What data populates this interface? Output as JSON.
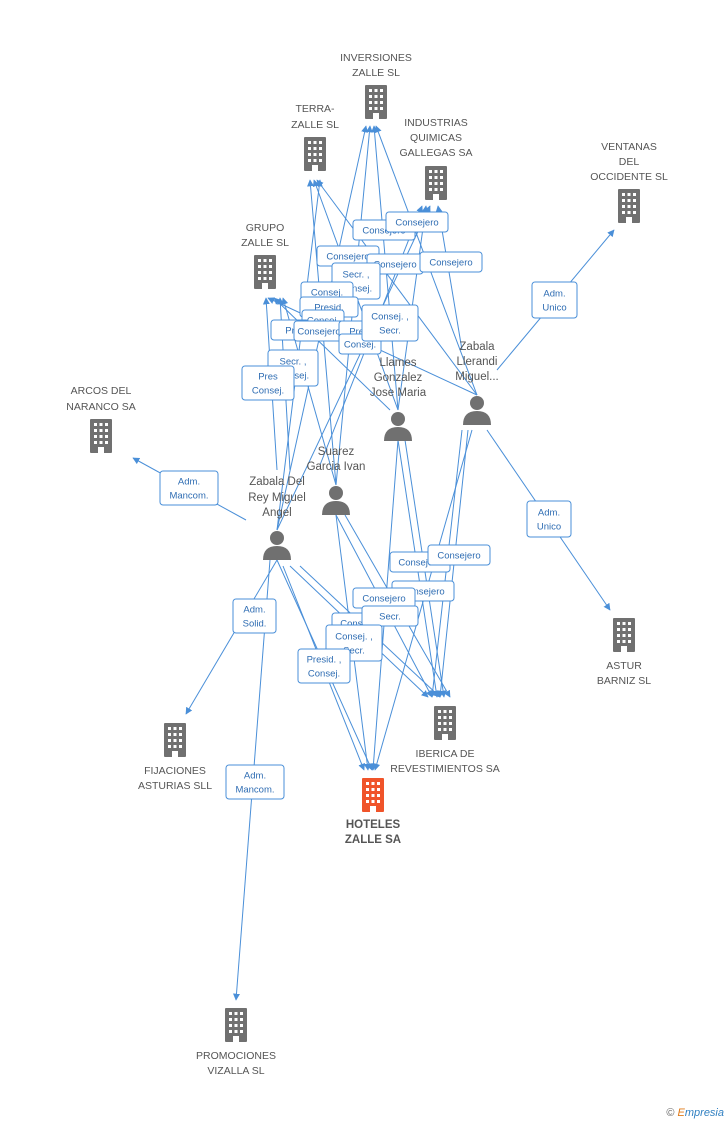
{
  "colors": {
    "edge": "#4a8fd8",
    "building": "#707070",
    "main_building": "#f0542a",
    "person": "#707070",
    "label_text": "#2f6db3"
  },
  "nodes": [
    {
      "id": "inversiones",
      "type": "company",
      "lines": [
        "INVERSIONES",
        "ZALLE SL"
      ]
    },
    {
      "id": "terra",
      "type": "company",
      "lines": [
        "TERRA-",
        "ZALLE SL"
      ]
    },
    {
      "id": "industrias",
      "type": "company",
      "lines": [
        "INDUSTRIAS",
        "QUIMICAS",
        "GALLEGAS SA"
      ]
    },
    {
      "id": "ventanas",
      "type": "company",
      "lines": [
        "VENTANAS",
        "DEL",
        "OCCIDENTE SL"
      ]
    },
    {
      "id": "grupo",
      "type": "company",
      "lines": [
        "GRUPO",
        "ZALLE SL"
      ]
    },
    {
      "id": "arcos",
      "type": "company",
      "lines": [
        "ARCOS DEL",
        "NARANCO SA"
      ]
    },
    {
      "id": "astur",
      "type": "company",
      "lines": [
        "ASTUR",
        "BARNIZ SL"
      ]
    },
    {
      "id": "iberica",
      "type": "company",
      "lines": [
        "IBERICA DE",
        "REVESTIMIENTOS SA"
      ]
    },
    {
      "id": "fijaciones",
      "type": "company",
      "lines": [
        "FIJACIONES",
        "ASTURIAS SLL"
      ]
    },
    {
      "id": "hoteles",
      "type": "main",
      "lines": [
        "HOTELES",
        "ZALLE SA"
      ]
    },
    {
      "id": "promociones",
      "type": "company",
      "lines": [
        "PROMOCIONES",
        "VIZALLA SL"
      ]
    },
    {
      "id": "zabala_llerandi",
      "type": "person",
      "lines": [
        "Zabala",
        "Llerandi",
        "Miguel..."
      ]
    },
    {
      "id": "llames",
      "type": "person",
      "lines": [
        "Llames",
        "Gonzalez",
        "Jose Maria"
      ]
    },
    {
      "id": "suarez",
      "type": "person",
      "lines": [
        "Suarez",
        "Garcia Ivan"
      ]
    },
    {
      "id": "zabala_rey",
      "type": "person",
      "lines": [
        "Zabala Del",
        "Rey Miguel",
        "Angel"
      ]
    }
  ],
  "edge_labels": [
    [
      "Consejero"
    ],
    [
      "Consejero"
    ],
    [
      "Consejero"
    ],
    [
      "Consejero"
    ],
    [
      "Consejero"
    ],
    [
      "Secr. ,",
      "Consej."
    ],
    [
      "Consej."
    ],
    [
      "Presid."
    ],
    [
      "Consej."
    ],
    [
      "Pr"
    ],
    [
      "Consejero"
    ],
    [
      "Pres"
    ],
    [
      "Consej."
    ],
    [
      "Consej. ,",
      "Secr."
    ],
    [
      "Secr. ,",
      "Consej."
    ],
    [
      "Pres",
      "Consej."
    ],
    [
      "Adm.",
      "Unico"
    ],
    [
      "Adm.",
      "Mancom."
    ],
    [
      "Adm.",
      "Unico"
    ],
    [
      "Consejero"
    ],
    [
      "Consejero"
    ],
    [
      "Consejero"
    ],
    [
      "Consejero"
    ],
    [
      "Consej"
    ],
    [
      "Secr."
    ],
    [
      "Consej. ,",
      "Secr."
    ],
    [
      "Presid. ,",
      "Consej."
    ],
    [
      "Adm.",
      "Solid."
    ],
    [
      "Adm.",
      "Mancom."
    ]
  ],
  "footer": {
    "copyright": "©",
    "brand_first": "E",
    "brand_rest": "mpresia"
  }
}
